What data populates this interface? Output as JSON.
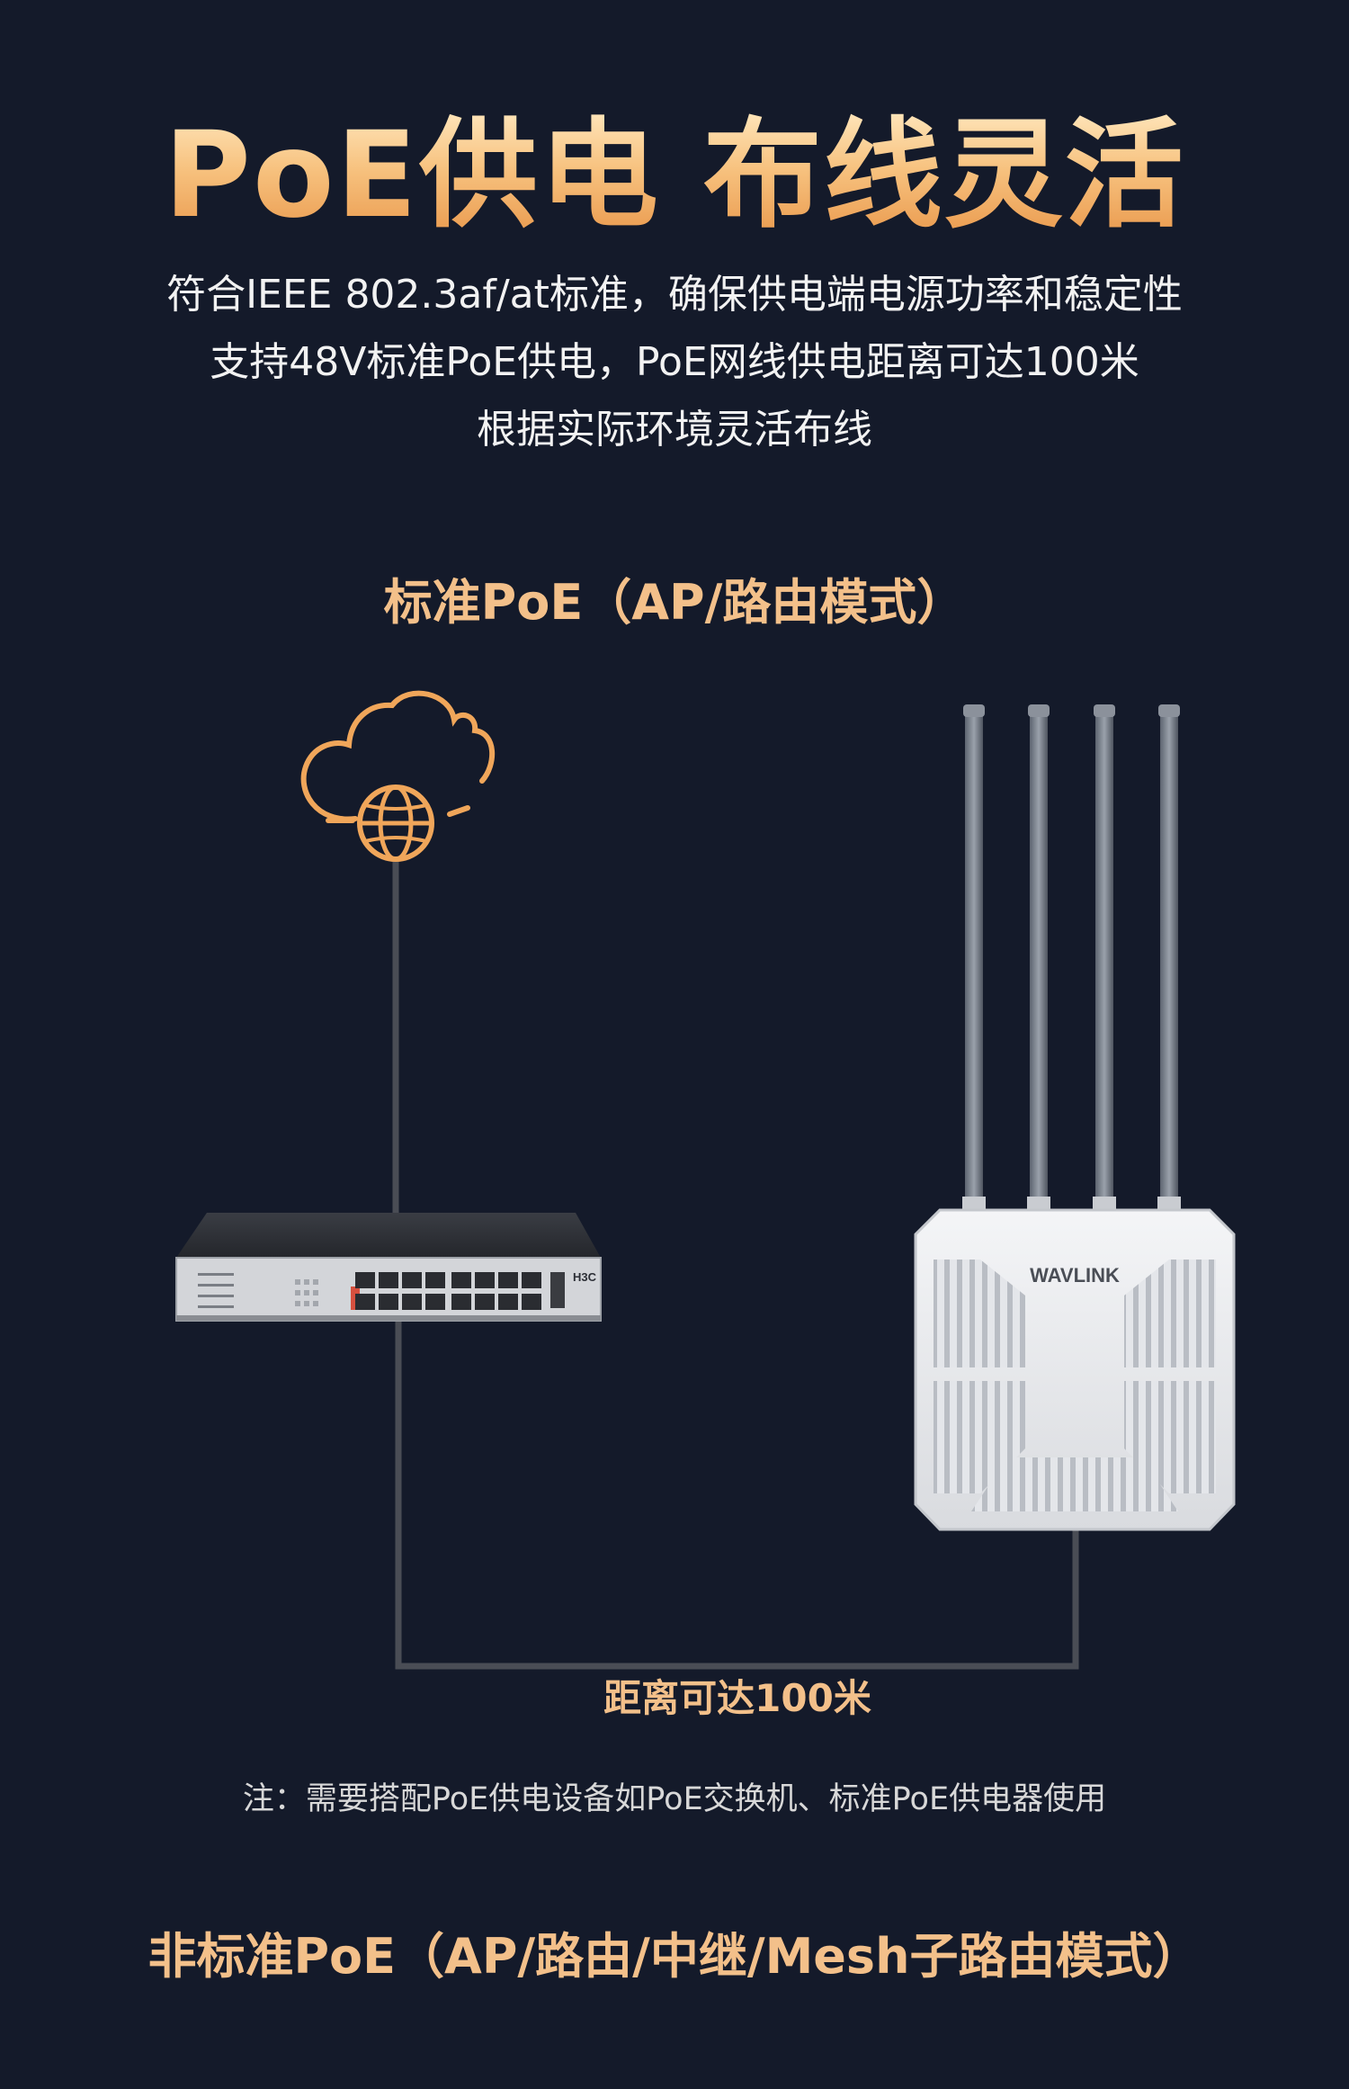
{
  "header": {
    "title": "PoE供电 布线灵活",
    "lines": [
      "符合IEEE 802.3af/at标准，确保供电端电源功率和稳定性",
      "支持48V标准PoE供电，PoE网线供电距离可达100米",
      "根据实际环境灵活布线"
    ]
  },
  "section1": {
    "title": "标准PoE（AP/路由模式）"
  },
  "diagram": {
    "distance_label": "距离可达100米",
    "router_brand": "WAVLINK",
    "switch_brand": "H3C"
  },
  "note": "注：需要搭配PoE供电设备如PoE交换机、标准PoE供电器使用",
  "section2": {
    "title": "非标准PoE（AP/路由/中继/Mesh子路由模式）"
  },
  "colors": {
    "background": "#141a2a",
    "accent": "#f3c08a",
    "cable": "#4a4d55"
  }
}
